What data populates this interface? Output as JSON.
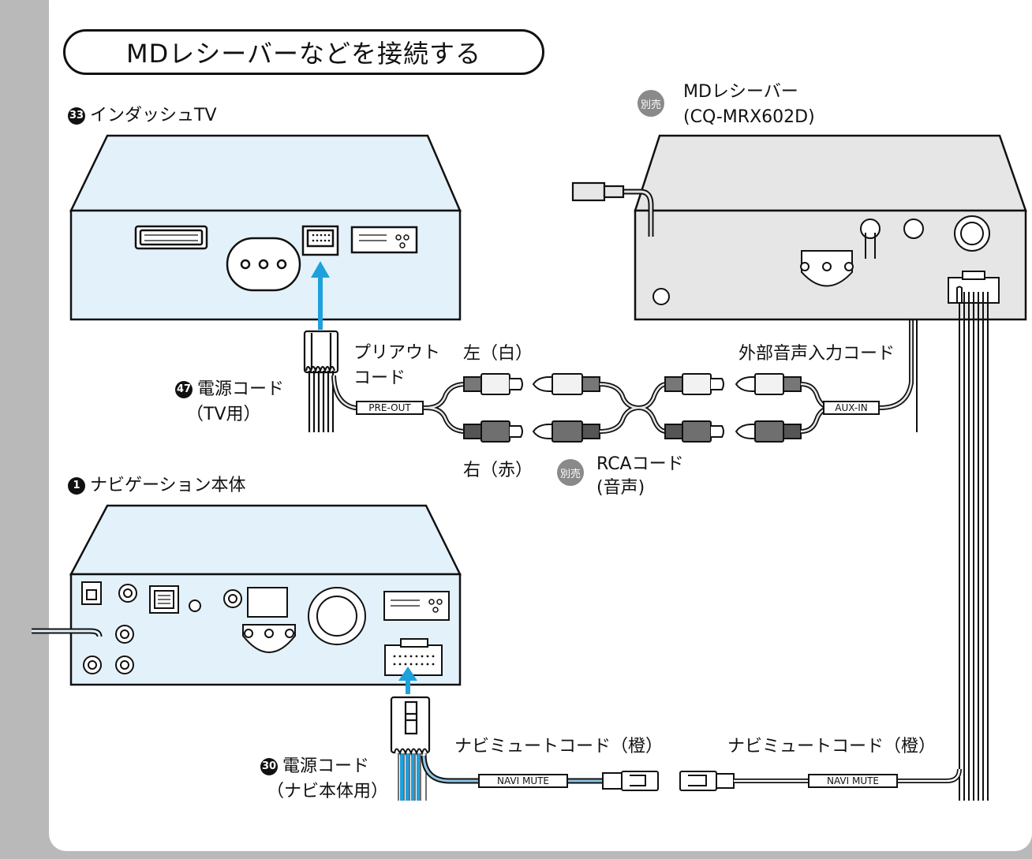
{
  "title": "MDレシーバーなどを接続する",
  "devices": {
    "tv": {
      "num": "33",
      "label": "インダッシュTV"
    },
    "md": {
      "badge": "別売",
      "line1": "MDレシーバー",
      "line2": "(CQ-MRX602D)"
    },
    "navi": {
      "num": "1",
      "label": "ナビゲーション本体"
    }
  },
  "cables": {
    "tv_power": {
      "num": "47",
      "line1": "電源コード",
      "line2": "（TV用）"
    },
    "preout": {
      "line1": "プリアウト",
      "line2": "コード",
      "tag": "PRE-OUT"
    },
    "left": "左（白）",
    "right": "右（赤）",
    "rca": {
      "badge": "別売",
      "line1": "RCAコード",
      "line2": "(音声)"
    },
    "aux": {
      "label": "外部音声入力コード",
      "tag": "AUX-IN"
    },
    "navi_power": {
      "num": "30",
      "line1": "電源コード",
      "line2": "（ナビ本体用）"
    },
    "navi_mute_left": {
      "label": "ナビミュートコード（橙）",
      "tag": "NAVI MUTE"
    },
    "navi_mute_right": {
      "label": "ナビミュートコード（橙）",
      "tag": "NAVI MUTE"
    }
  },
  "colors": {
    "device_fill": "#e3f2fa",
    "md_fill": "#e6e6e6",
    "accent": "#1ea0dd",
    "frame": "#b9b9b9",
    "rca_white": "#f2f2f2",
    "rca_red": "#6f6f6f"
  }
}
